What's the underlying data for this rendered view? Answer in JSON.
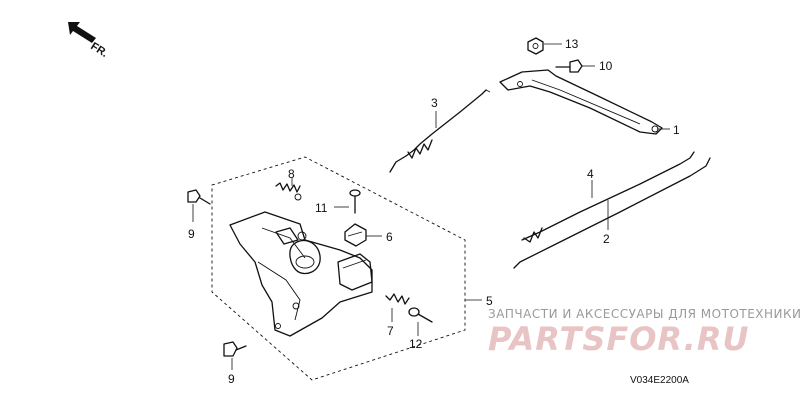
{
  "front_indicator": {
    "label": "FR."
  },
  "callouts": [
    {
      "id": "c1",
      "text": "1"
    },
    {
      "id": "c2",
      "text": "2"
    },
    {
      "id": "c3",
      "text": "3"
    },
    {
      "id": "c4",
      "text": "4"
    },
    {
      "id": "c5",
      "text": "5"
    },
    {
      "id": "c6",
      "text": "6"
    },
    {
      "id": "c7",
      "text": "7"
    },
    {
      "id": "c8",
      "text": "8"
    },
    {
      "id": "c9a",
      "text": "9"
    },
    {
      "id": "c9b",
      "text": "9"
    },
    {
      "id": "c10",
      "text": "10"
    },
    {
      "id": "c11",
      "text": "11"
    },
    {
      "id": "c12",
      "text": "12"
    },
    {
      "id": "c13",
      "text": "13"
    }
  ],
  "watermark": {
    "tagline": "ЗАПЧАСТИ И АКСЕССУАРЫ ДЛЯ МОТОТЕХНИКИ",
    "brand": "PARTSFOR.RU"
  },
  "diagram_code": "V034E2200A"
}
